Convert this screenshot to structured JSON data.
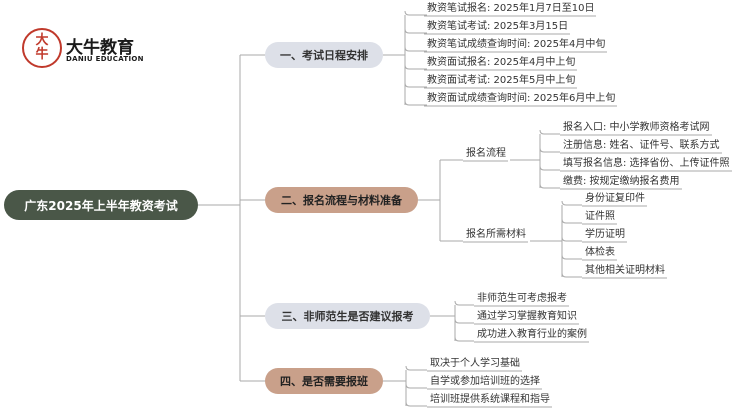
{
  "logo": {
    "seal_char": "大牛",
    "name": "大牛教育",
    "english": "DANIU EDUCATION"
  },
  "root": {
    "label": "广东2025年上半年教资考试"
  },
  "colors": {
    "root_bg": "#4a5748",
    "pill_light": "#dde0e8",
    "pill_dark": "#c9a08a",
    "line": "#aaaaaa"
  },
  "sections": [
    {
      "label": "一、考试日程安排",
      "items": [
        "教资笔试报名: 2025年1月7日至10日",
        "教资笔试考试: 2025年3月15日",
        "教资笔试成绩查询时间: 2025年4月中旬",
        "教资面试报名: 2025年4月中上旬",
        "教资面试考试: 2025年5月中上旬",
        "教资面试成绩查询时间: 2025年6月中上旬"
      ]
    },
    {
      "label": "二、报名流程与材料准备",
      "groups": [
        {
          "label": "报名流程",
          "items": [
            "报名入口: 中小学教师资格考试网",
            "注册信息: 姓名、证件号、联系方式",
            "填写报名信息: 选择省份、上传证件照",
            "缴费: 按规定缴纳报名费用"
          ]
        },
        {
          "label": "报名所需材料",
          "items": [
            "身份证复印件",
            "证件照",
            "学历证明",
            "体检表",
            "其他相关证明材料"
          ]
        }
      ]
    },
    {
      "label": "三、非师范生是否建议报考",
      "items": [
        "非师范生可考虑报考",
        "通过学习掌握教育知识",
        "成功进入教育行业的案例"
      ]
    },
    {
      "label": "四、是否需要报班",
      "items": [
        "取决于个人学习基础",
        "自学或参加培训班的选择",
        "培训班提供系统课程和指导"
      ]
    }
  ]
}
